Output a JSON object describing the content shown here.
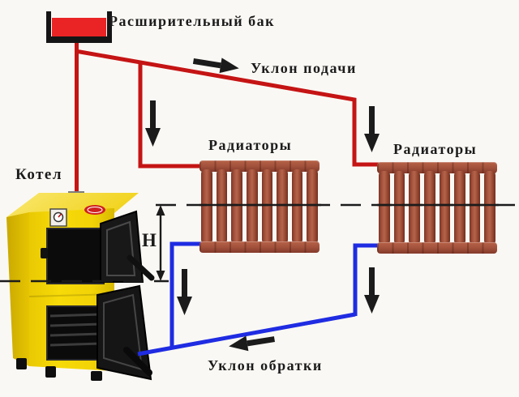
{
  "labels": {
    "expansion_tank": "Расширительный бак",
    "supply_slope": "Уклон подачи",
    "radiators_left": "Радиаторы",
    "radiators_right": "Радиаторы",
    "boiler": "Котел",
    "height": "H",
    "return_slope": "Уклон обратки"
  },
  "radiators": {
    "left_sections": 8,
    "right_sections": 8
  },
  "icons": {
    "arrows": [
      "supply-flow-right-arrow",
      "drop-to-left-radiator-arrow",
      "drop-to-right-radiator-arrow",
      "return-drop-left-arrow",
      "return-drop-right-arrow",
      "return-flow-left-arrow"
    ],
    "dimension": "height-double-arrow"
  },
  "colors": {
    "background": "#faf8f4",
    "supply_pipe": "#c51414",
    "return_pipe": "#1f2ce2",
    "tank_water": "#ea2424",
    "radiator_body": "#a0503a",
    "boiler_body": "#f2d307",
    "line_black": "#1b1b1b"
  }
}
